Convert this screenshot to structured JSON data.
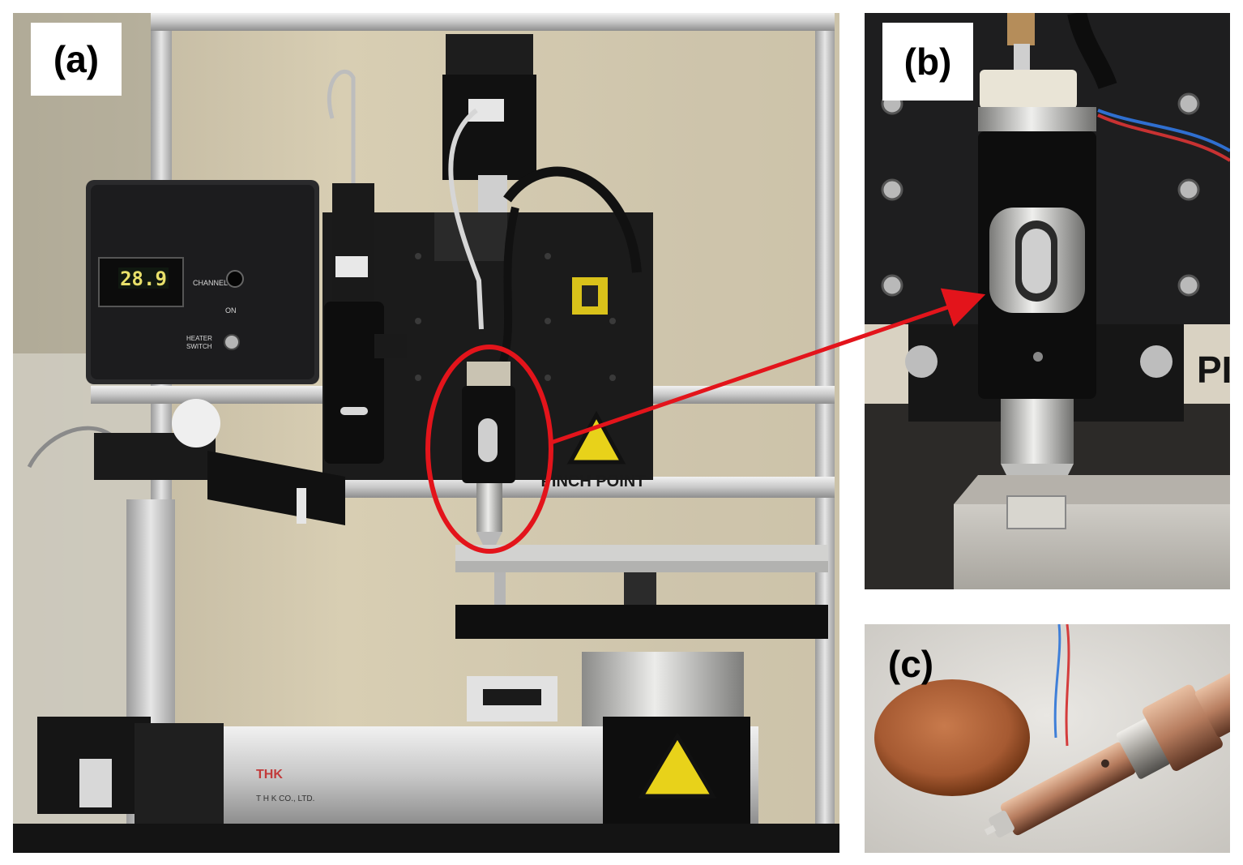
{
  "panels": {
    "a": {
      "label": "(a)"
    },
    "b": {
      "label": "(b)"
    },
    "c": {
      "label": "(c)"
    }
  },
  "device": {
    "display_readout": "28.9",
    "channel_label": "CHANNEL 1",
    "on_label": "ON",
    "heater_label_line1": "HEATER",
    "heater_label_line2": "SWITCH",
    "warning_sign_text": "PINCH POINT",
    "rail_brand": "THK",
    "rail_maker": "T H K CO., LTD.",
    "panel_b_partial_text": "PI"
  },
  "annotation": {
    "highlight_color": "#e3141b"
  }
}
